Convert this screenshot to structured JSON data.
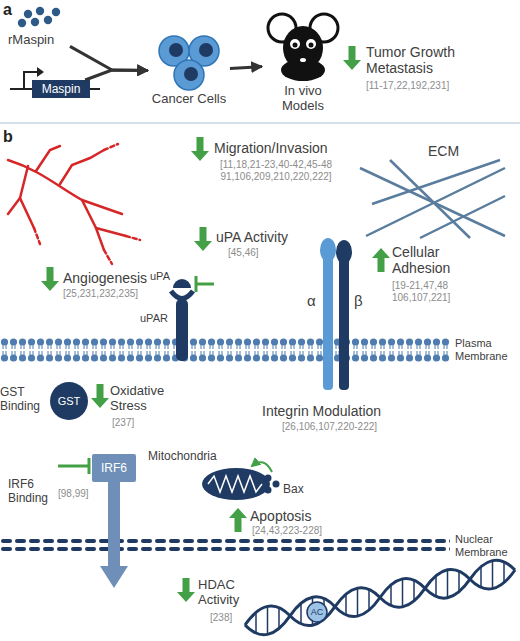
{
  "diagram": {
    "nodes": [
      {
        "text": [
          "rMaspin"
        ]
      },
      {
        "text": [
          "Maspin"
        ]
      },
      {
        "text": [
          "Cancer Cells"
        ]
      },
      {
        "text": [
          "In vivo Models"
        ]
      },
      {
        "text": [
          "uPA"
        ]
      },
      {
        "text": [
          "uPAR"
        ]
      },
      {
        "text": [
          "α"
        ]
      },
      {
        "text": [
          "β"
        ]
      },
      {
        "text": [
          "GST"
        ]
      },
      {
        "text": [
          "Mitochondria"
        ]
      },
      {
        "text": [
          "IRF6"
        ]
      },
      {
        "text": [
          "AC"
        ]
      }
    ],
    "edges": [
      {
        "from": 0,
        "to": 2,
        "arrow": "to"
      },
      {
        "from": 1,
        "to": 2,
        "arrow": "to"
      },
      {
        "from": 2,
        "to": 3,
        "arrow": "to"
      }
    ],
    "labels": [
      "a",
      "Tumor Growth Metastasis",
      "[11-17,22,192,231]",
      "b",
      "Migration/Invasion",
      "[11,18,21-23,40-42,45-48 91,106,209,210,220,222]",
      "ECM",
      "uPA Activity",
      "[45,46]",
      "Cellular Adhesion",
      "[19-21,47,48 106,107,221]",
      "Angiogenesis",
      "[25,231,232,235]",
      "Plasma Membrane",
      "GST Binding",
      "Oxidative Stress",
      "[237]",
      "Integrin Modulation",
      "[26,106,107,220-222]",
      "IRF6 Binding",
      "[98,99]",
      "Bax",
      "Apoptosis",
      "[24,43,223-228]",
      "Nuclear Membrane",
      "HDAC Activity",
      "[238]"
    ]
  }
}
